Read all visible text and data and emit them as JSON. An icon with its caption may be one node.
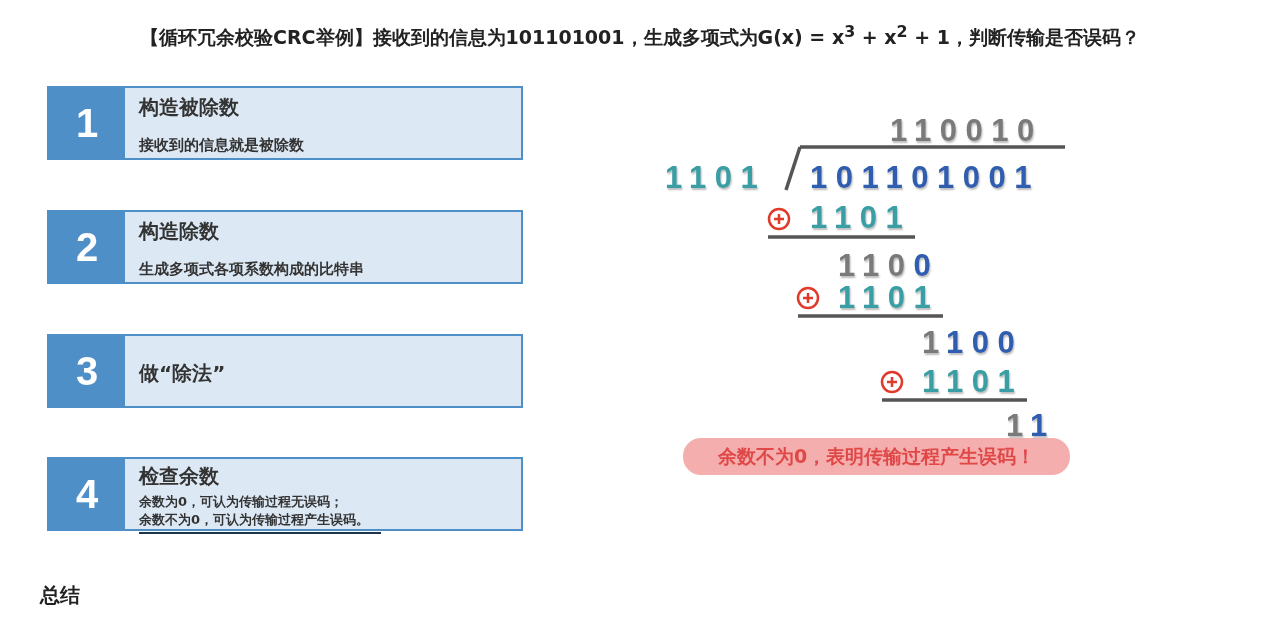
{
  "diagram": {
    "title": "【循环冗余校验CRC举例】接收到的信息为101101001，生成多项式为G(x) = x$^{3}$ + x$^{2}$ + 1，判断传输是否误码？",
    "nodes": [
      {
        "text": [
          "1",
          "构造被除数",
          "接收到的信息就是被除数"
        ]
      },
      {
        "text": [
          "2",
          "构造除数",
          "生成多项式各项系数构成的比特串"
        ]
      },
      {
        "text": [
          "3",
          "做“除法”"
        ]
      },
      {
        "text": [
          "4",
          "检查余数",
          "余数为0，可认为传输过程无误码；",
          "余数不为0，可认为传输过程产生误码。"
        ]
      },
      {
        "text": [
          "余数不为0，表明传输过程产生误码！"
        ]
      }
    ],
    "edges": [],
    "labels": [
      "110010",
      "1101",
      "101101001",
      "1101",
      "1100",
      "1101",
      "1100",
      "1101",
      "11",
      "总结"
    ]
  }
}
